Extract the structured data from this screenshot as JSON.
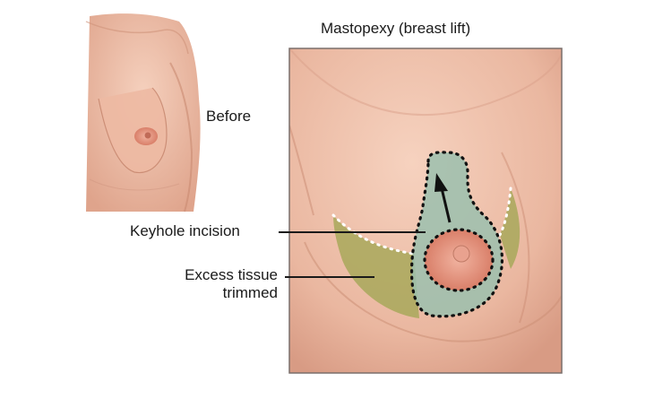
{
  "title": "Mastopexy (breast lift)",
  "before_label": "Before",
  "labels": {
    "keyhole": "Keyhole incision",
    "excess_line1": "Excess tissue",
    "excess_line2": "trimmed"
  },
  "colors": {
    "skin": "#f0c2ab",
    "skin_shadow": "#d9967e",
    "keyhole_fill": "#9bbfae",
    "excess_fill": "#a8a85a",
    "areola": "#e79a86",
    "frame": "#7a6f6b"
  }
}
